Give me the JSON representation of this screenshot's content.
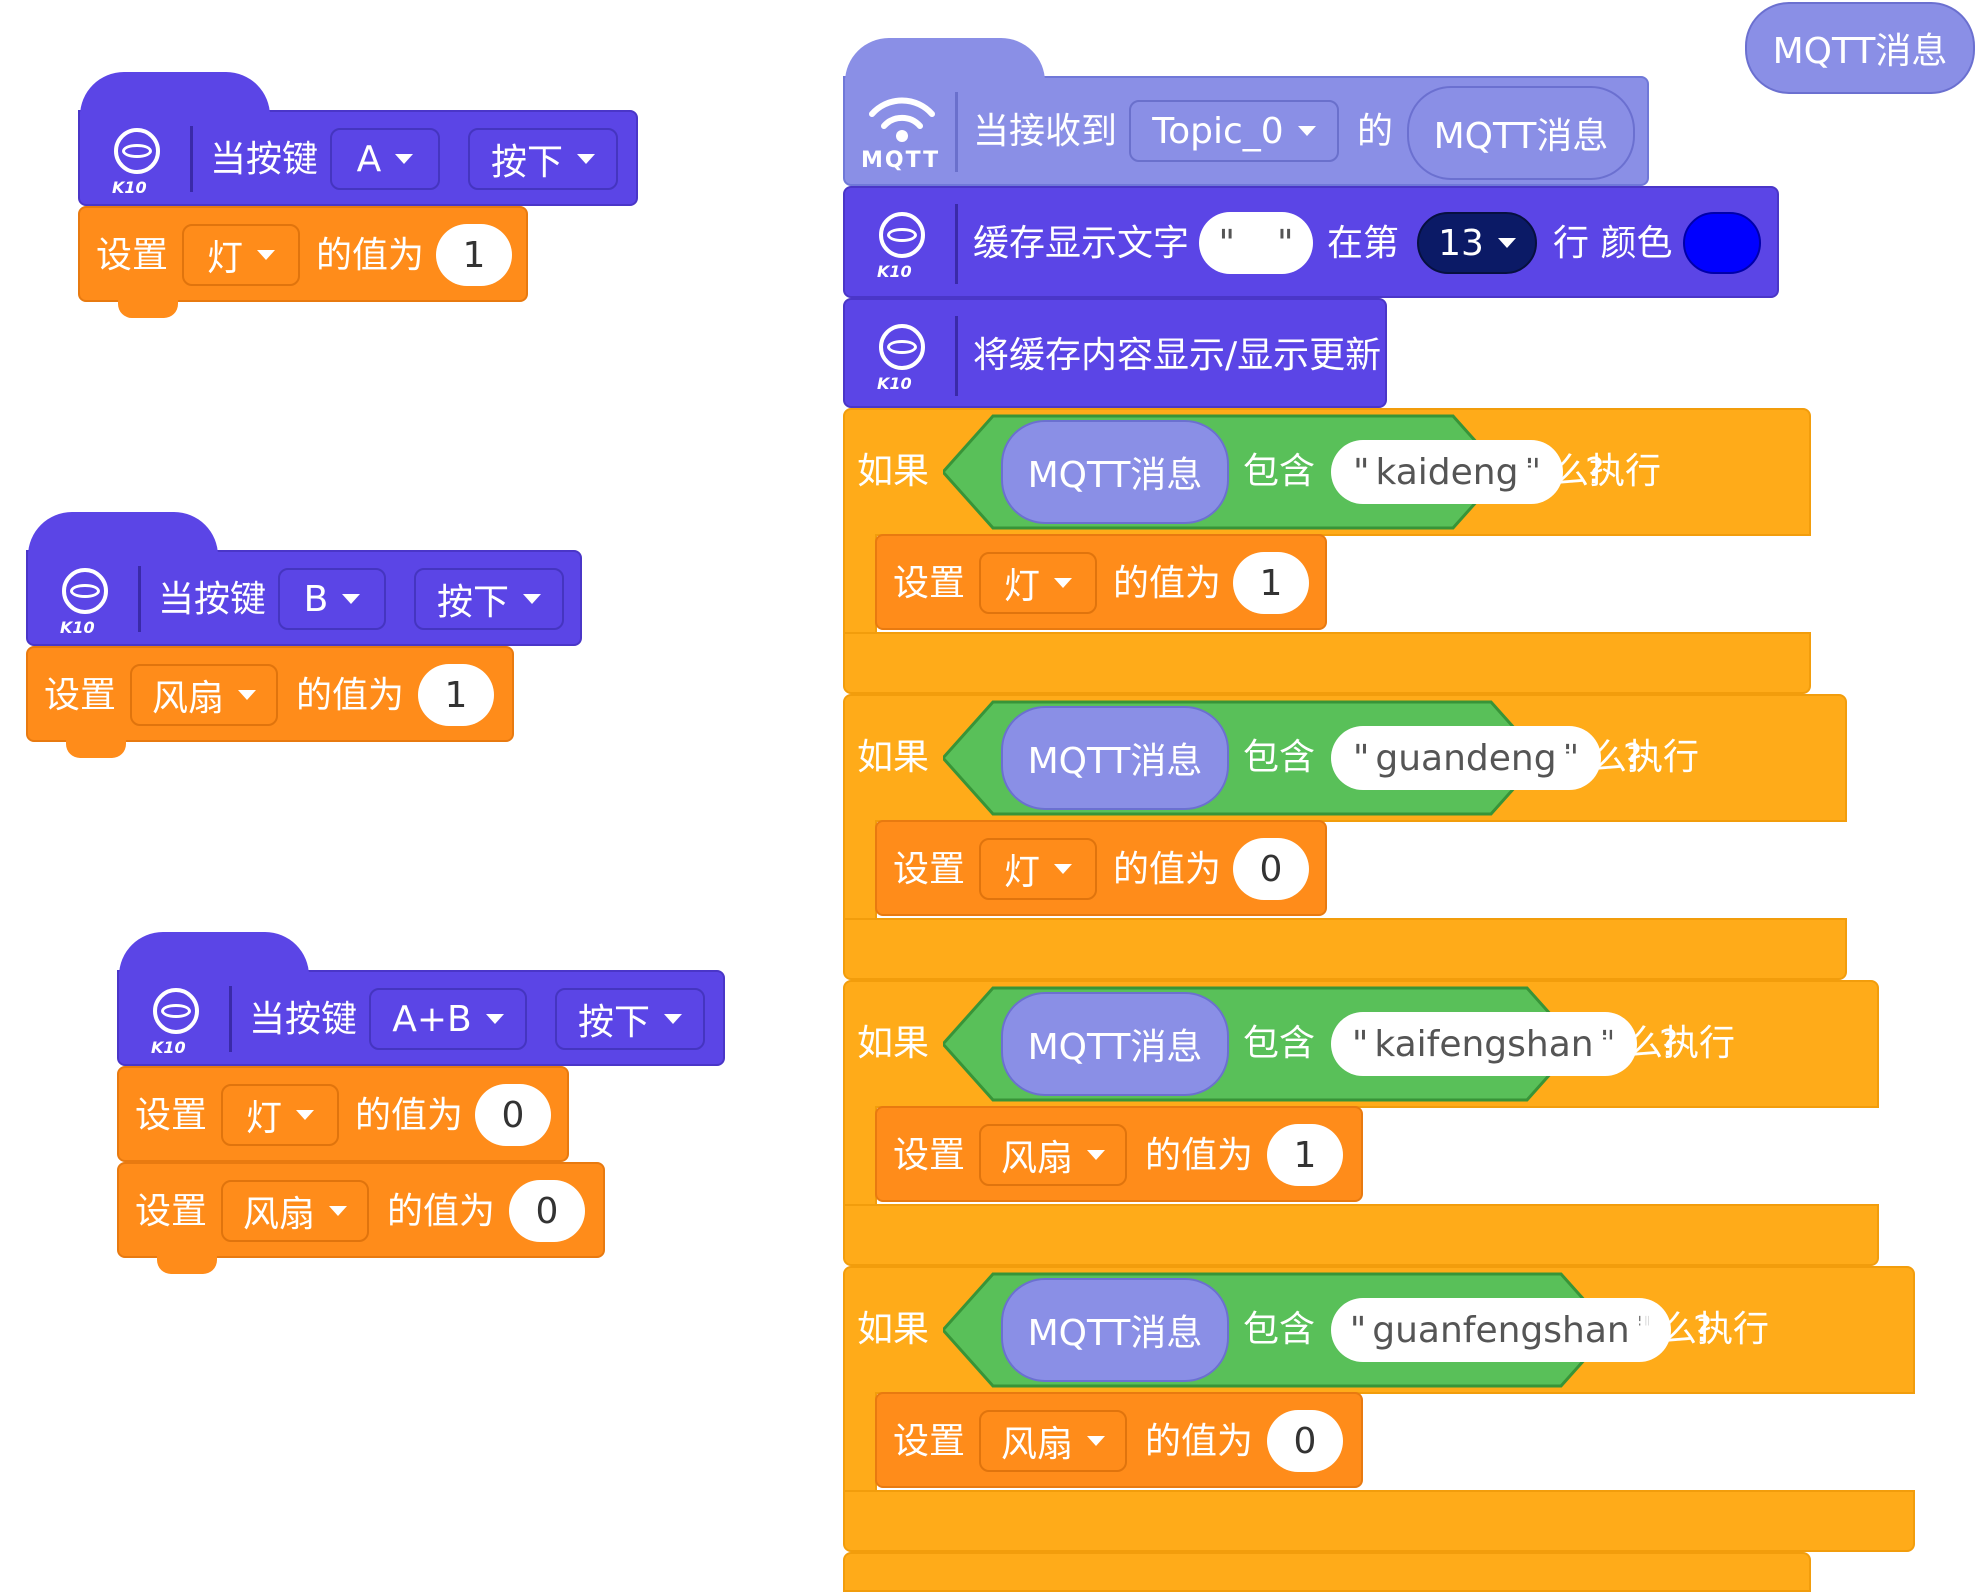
{
  "left_scripts": [
    {
      "hat": {
        "icon_label": "K10",
        "event_label": "当按键",
        "key": "A",
        "action": "按下"
      },
      "sets": [
        {
          "label": "设置",
          "var": "灯",
          "mid": "的值为",
          "value": "1"
        }
      ]
    },
    {
      "hat": {
        "icon_label": "K10",
        "event_label": "当按键",
        "key": "B",
        "action": "按下"
      },
      "sets": [
        {
          "label": "设置",
          "var": "风扇",
          "mid": "的值为",
          "value": "1"
        }
      ]
    },
    {
      "hat": {
        "icon_label": "K10",
        "event_label": "当按键",
        "key": "A+B",
        "action": "按下"
      },
      "sets": [
        {
          "label": "设置",
          "var": "灯",
          "mid": "的值为",
          "value": "0"
        },
        {
          "label": "设置",
          "var": "风扇",
          "mid": "的值为",
          "value": "0"
        }
      ]
    }
  ],
  "palette_reporter": "MQTT消息",
  "mqtt_script": {
    "hat": {
      "icon_label": "MQTT",
      "event_label": "当接收到",
      "topic": "Topic_0",
      "of_label": "的",
      "reporter": "MQTT消息"
    },
    "cache_text": {
      "icon_label": "K10",
      "label": "缓存显示文字",
      "text_quote_open": "\"",
      "text_quote_close": "\"",
      "row_label": "在第",
      "row": "13",
      "row_suffix": "行 颜色",
      "color": "#0000ff"
    },
    "show_update": {
      "icon_label": "K10",
      "label": "将缓存内容显示/显示更新"
    },
    "ifs": [
      {
        "if_label": "如果",
        "reporter": "MQTT消息",
        "contains": "包含",
        "q_open": "\"",
        "text": "kaideng",
        "q_close": "\"",
        "qmark": "?",
        "then": "那么执行",
        "set": {
          "label": "设置",
          "var": "灯",
          "mid": "的值为",
          "value": "1"
        }
      },
      {
        "if_label": "如果",
        "reporter": "MQTT消息",
        "contains": "包含",
        "q_open": "\"",
        "text": "guandeng",
        "q_close": "\"",
        "qmark": "?",
        "then": "那么执行",
        "set": {
          "label": "设置",
          "var": "灯",
          "mid": "的值为",
          "value": "0"
        }
      },
      {
        "if_label": "如果",
        "reporter": "MQTT消息",
        "contains": "包含",
        "q_open": "\"",
        "text": "kaifengshan",
        "q_close": "\"",
        "qmark": "?",
        "then": "那么执行",
        "set": {
          "label": "设置",
          "var": "风扇",
          "mid": "的值为",
          "value": "1"
        }
      },
      {
        "if_label": "如果",
        "reporter": "MQTT消息",
        "contains": "包含",
        "q_open": "\"",
        "text": "guanfengshan",
        "q_close": "\"",
        "qmark": "?",
        "then": "那么执行",
        "set": {
          "label": "设置",
          "var": "风扇",
          "mid": "的值为",
          "value": "0"
        }
      }
    ]
  },
  "colors": {
    "event": "#5b45e6",
    "variable": "#ff8c1a",
    "control": "#ffab19",
    "operator": "#59c059",
    "mqtt": "#8a8fe6"
  }
}
